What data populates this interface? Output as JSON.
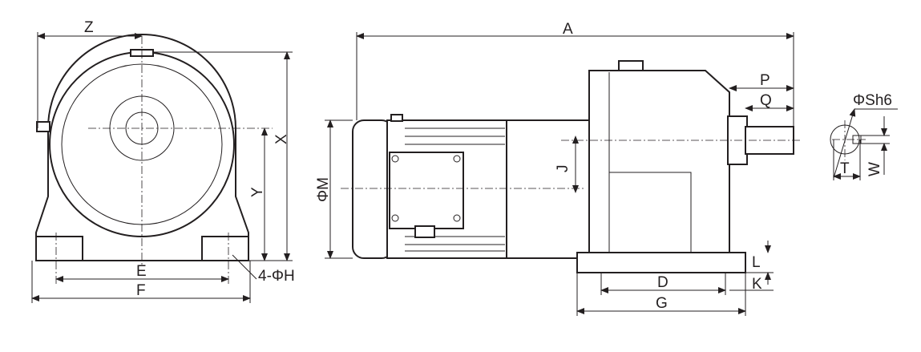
{
  "title": "Gear motor dimension drawing",
  "front_view": {
    "z": "Z",
    "x": "X",
    "y": "Y",
    "e": "E",
    "f": "F",
    "hole": "4-ΦH"
  },
  "side_view": {
    "a": "A",
    "m": "ΦM",
    "j": "J",
    "p": "P",
    "q": "Q",
    "l": "L",
    "k": "K",
    "d": "D",
    "g": "G"
  },
  "shaft_section": {
    "s": "ΦSh6",
    "t": "T",
    "w": "W"
  },
  "colors": {
    "line": "#231f20",
    "background": "#ffffff"
  }
}
